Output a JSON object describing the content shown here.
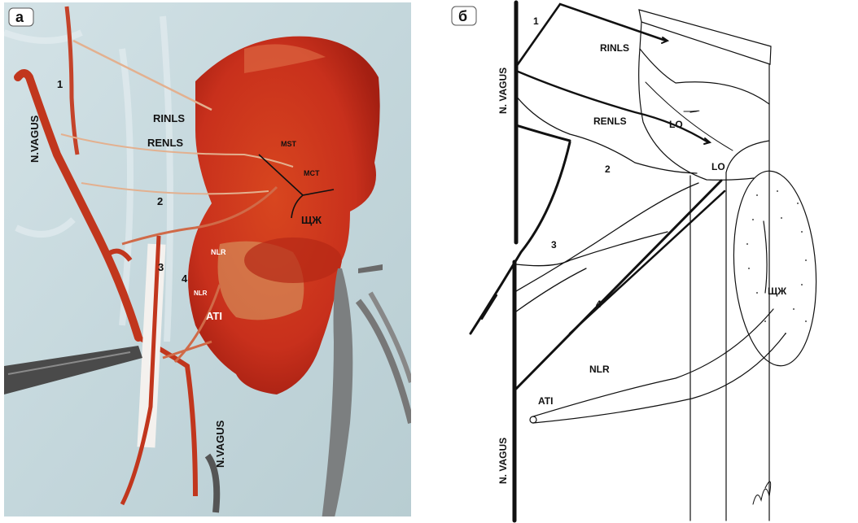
{
  "panels": {
    "a": {
      "tag": "а",
      "labels": {
        "branch_1": "1",
        "rinls": "RINLS",
        "renls": "RENLS",
        "vagus_top": "N.VAGUS",
        "mst": "MST",
        "mct": "MCT",
        "branch_2": "2",
        "thyroid": "ЩЖ",
        "nlr_upper": "NLR",
        "branch_3": "3",
        "branch_4": "4",
        "nlr_lower": "NLR",
        "ati": "ATI",
        "vagus_bottom": "N.VAGUS"
      }
    },
    "b": {
      "tag": "б",
      "labels": {
        "branch_1": "1",
        "vagus_top": "N. VAGUS",
        "rinls": "RINLS",
        "renls": "RENLS",
        "lo_upper": "LO",
        "lo_lower": "LO",
        "branch_2": "2",
        "branch_3": "3",
        "thyroid": "ЩЖ",
        "branch_4": "4",
        "nlr": "NLR",
        "ati": "ATI",
        "vagus_bottom": "N. VAGUS"
      }
    }
  },
  "colors": {
    "drape": "#c9dbe0",
    "tissue": "#c8301c",
    "tissue_dark": "#9e1c10",
    "nerve": "#e8b89a",
    "ink": "#111111"
  }
}
